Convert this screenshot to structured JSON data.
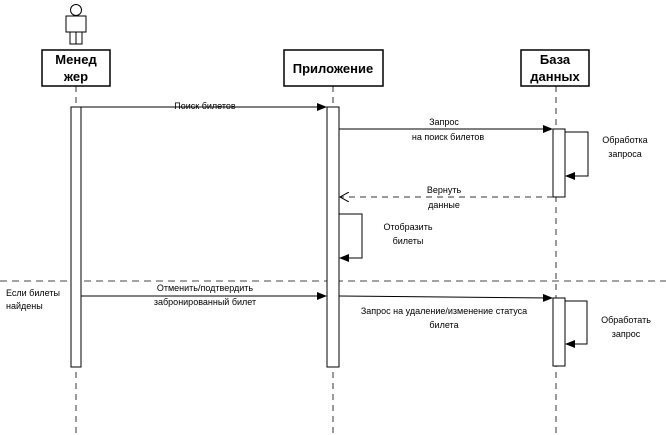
{
  "participants": {
    "manager": {
      "line1": "Менед",
      "line2": "жер"
    },
    "app": {
      "label": "Приложение"
    },
    "db": {
      "line1": "База",
      "line2": "данных"
    }
  },
  "messages": {
    "search": "Поиск билетов",
    "query_line1": "Запрос",
    "query_line2": "на поиск билетов",
    "process1_line1": "Обработка",
    "process1_line2": "запроса",
    "return_line1": "Вернуть",
    "return_line2": "данные",
    "display_line1": "Отобразить",
    "display_line2": "билеты",
    "cancel_line1": "Отменить/подтвердить",
    "cancel_line2": "забронированный билет",
    "update_line1": "Запрос на удаление/изменение статуса",
    "update_line2": "билета",
    "process2_line1": "Обработать",
    "process2_line2": "запрос"
  },
  "guard": {
    "line1": "Если билеты",
    "line2": "найдены"
  }
}
